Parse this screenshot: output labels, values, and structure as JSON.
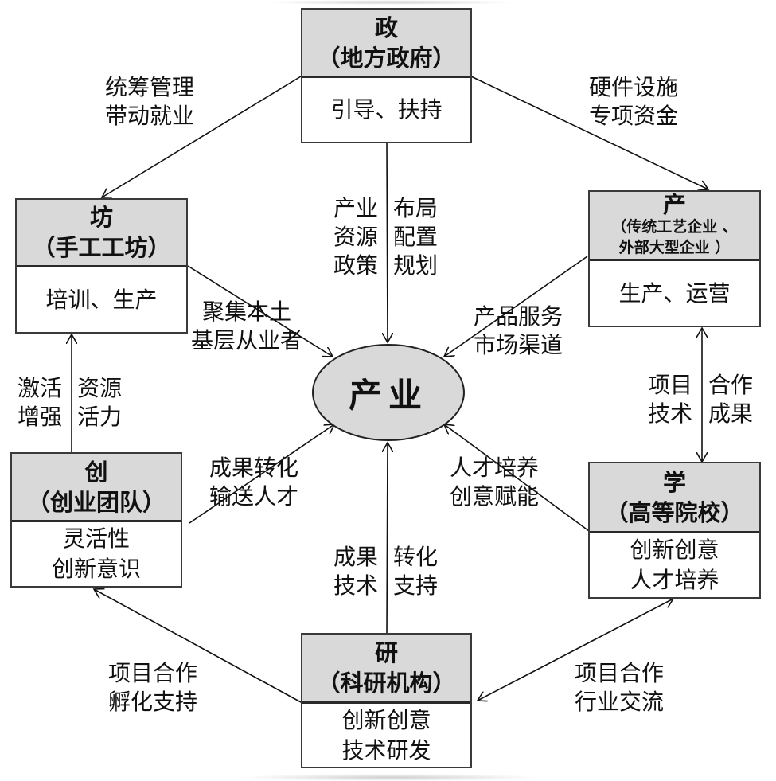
{
  "core": {
    "label": "产业"
  },
  "nodes": {
    "zheng": {
      "title": "政",
      "subtitle": "（地方政府）",
      "body": [
        "引导、扶持"
      ]
    },
    "fang": {
      "title": "坊",
      "subtitle": "（手工工坊）",
      "body": [
        "培训、生产"
      ]
    },
    "chan": {
      "title": "产",
      "subtitle_lines": [
        "（传统工艺企业 、",
        "外部大型企业 ）"
      ],
      "body": [
        "生产、运营"
      ]
    },
    "chuang": {
      "title": "创",
      "subtitle": "（创业团队）",
      "body": [
        "灵活性",
        "创新意识"
      ]
    },
    "xue": {
      "title": "学",
      "subtitle": "（高等院校）",
      "body": [
        "创新创意",
        "人才培养"
      ]
    },
    "yan": {
      "title": "研",
      "subtitle": "（科研机构）",
      "body": [
        "创新创意",
        "技术研发"
      ]
    }
  },
  "edges": {
    "zheng_to_fang": {
      "lines": [
        "统筹管理",
        "带动就业"
      ]
    },
    "zheng_to_chan": {
      "lines": [
        "硬件设施",
        "专项资金"
      ]
    },
    "zheng_to_core": {
      "left": [
        "产业",
        "资源",
        "政策"
      ],
      "right": [
        "布局",
        "配置",
        "规划"
      ]
    },
    "fang_to_core": {
      "lines": [
        "聚集本土",
        "基层从业者"
      ]
    },
    "chan_to_core": {
      "lines": [
        "产品服务",
        "市场渠道"
      ]
    },
    "chuang_to_fang": {
      "left": [
        "激活",
        "增强"
      ],
      "right": [
        "资源",
        "活力"
      ]
    },
    "chan_xue": {
      "left": [
        "项目",
        "技术"
      ],
      "right": [
        "合作",
        "成果"
      ]
    },
    "chuang_to_core": {
      "lines": [
        "成果转化",
        "输送人才"
      ]
    },
    "xue_to_core": {
      "lines": [
        "人才培养",
        "创意赋能"
      ]
    },
    "yan_to_core": {
      "left": [
        "成果",
        "技术"
      ],
      "right": [
        "转化",
        "支持"
      ]
    },
    "yan_to_chuang": {
      "lines": [
        "项目合作",
        "孵化支持"
      ]
    },
    "yan_xue": {
      "lines": [
        "项目合作",
        "行业交流"
      ]
    }
  }
}
